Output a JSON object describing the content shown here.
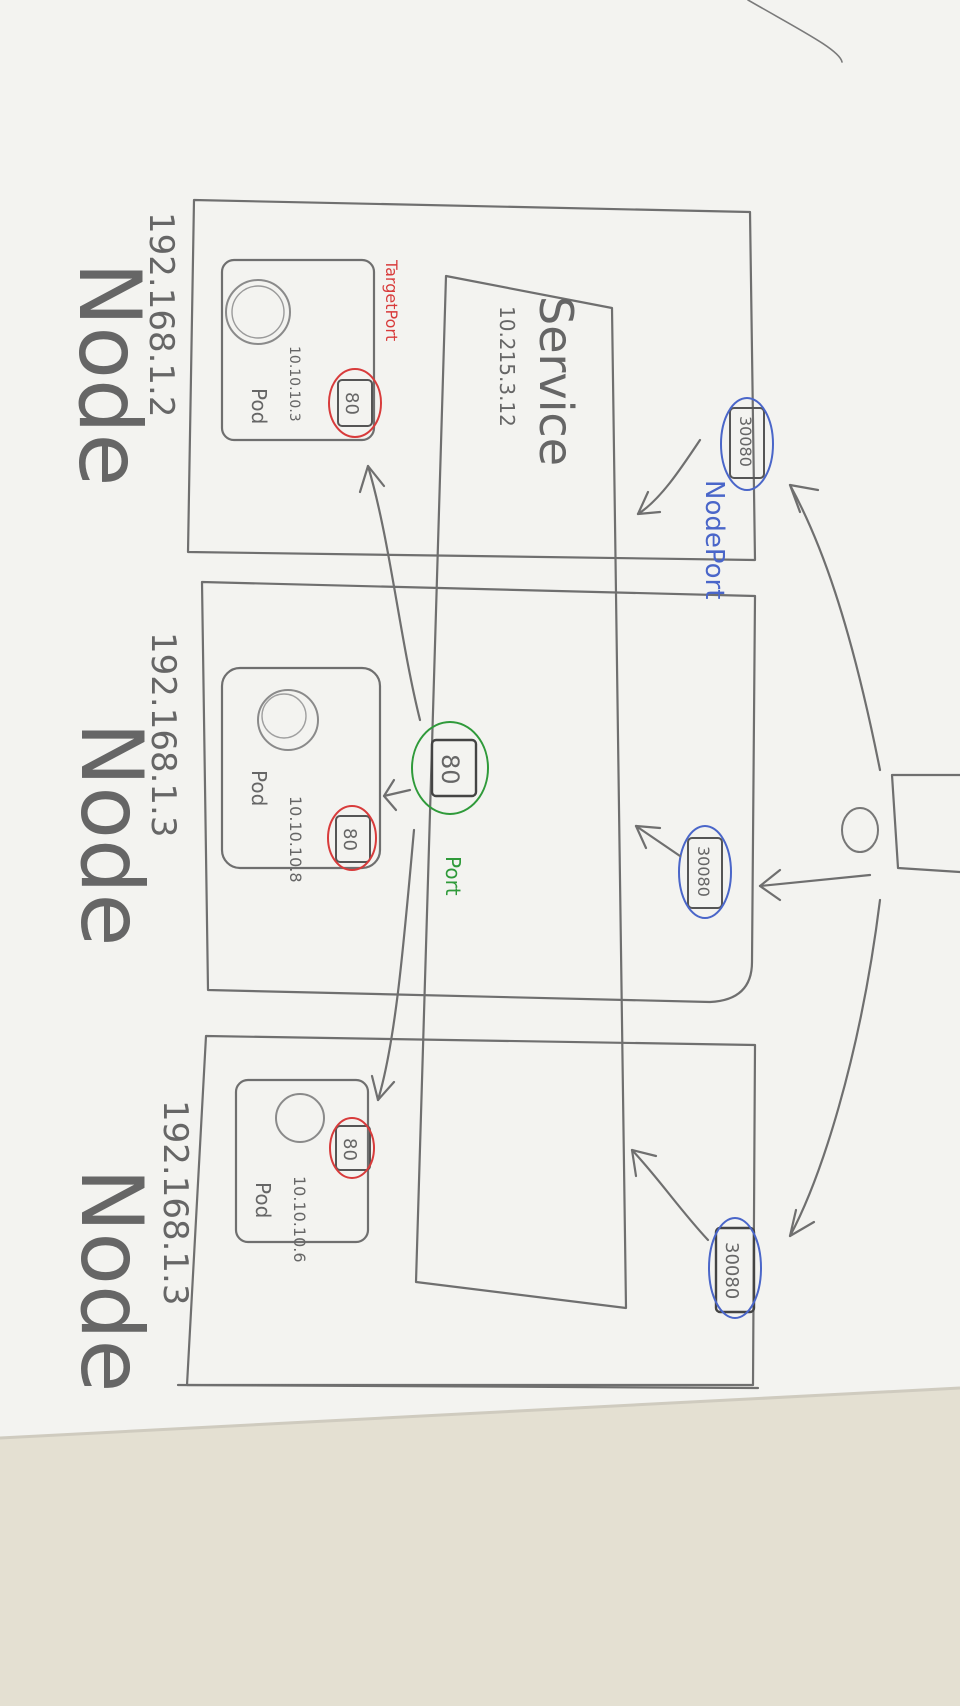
{
  "colors": {
    "board": "#f3f3f0",
    "wall": "#e4e0d2",
    "pencil": "#6f6f6f",
    "target_port": "#d83b3b",
    "node_port": "#4a66c9",
    "port": "#2f9a3a"
  },
  "service": {
    "title": "Service",
    "ip": "10.215.3.12"
  },
  "labels": {
    "target_port": "TargetPort",
    "node_port": "NodePort",
    "port": "Port"
  },
  "nodes": [
    {
      "word": "Node",
      "ip": "192.168.1.2",
      "node_port": "30080",
      "pod": {
        "word": "Pod",
        "ip": "10.10.10.3",
        "target_port": "80"
      }
    },
    {
      "word": "Node",
      "ip": "192.168.1.3",
      "node_port": "30080",
      "service_port": "80",
      "pod": {
        "word": "Pod",
        "ip": "10.10.10.8",
        "target_port": "80"
      }
    },
    {
      "word": "Node",
      "ip": "192.168.1.3",
      "node_port": "30080",
      "pod": {
        "word": "Pod",
        "ip": "10.10.10.6",
        "target_port": "80"
      }
    }
  ]
}
